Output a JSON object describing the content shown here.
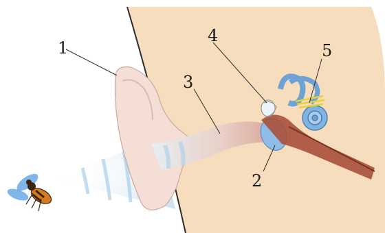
{
  "labels": [
    {
      "id": "1",
      "text": "1"
    },
    {
      "id": "2",
      "text": "2"
    },
    {
      "id": "3",
      "text": "3"
    },
    {
      "id": "4",
      "text": "4"
    },
    {
      "id": "5",
      "text": "5"
    }
  ],
  "colors": {
    "head": "#f6ddbd",
    "head_edge": "#2b2b2b",
    "ear": "#f4ded6",
    "canal_sound": "#b9d9ee",
    "middle_ear": "#a8503a",
    "inner_ear": "#7fb3e0",
    "nerve": "#e8d23a",
    "bee_body": "#d47a22",
    "bee_wing": "#6aa9e6"
  },
  "icons": {
    "bee": "bee-icon",
    "sound_waves": "sound-wave-icon"
  }
}
